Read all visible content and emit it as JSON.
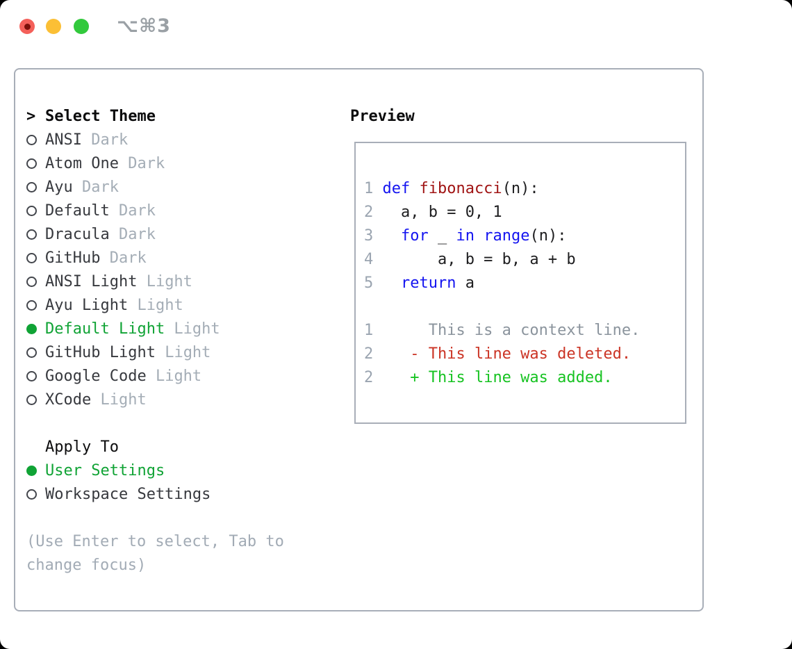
{
  "window": {
    "title": "⌥⌘3",
    "traffic_lights": {
      "close_color": "#f4605a",
      "close_inner_color": "#7c100a",
      "minimize_color": "#fbbf35",
      "zoom_color": "#32c93c"
    },
    "title_color": "#9aa0a5"
  },
  "theme_picker": {
    "header": {
      "cursor": ">",
      "label": "Select Theme"
    },
    "items": [
      {
        "name": "ANSI",
        "variant": "Dark",
        "selected": false
      },
      {
        "name": "Atom One",
        "variant": "Dark",
        "selected": false
      },
      {
        "name": "Ayu",
        "variant": "Dark",
        "selected": false
      },
      {
        "name": "Default",
        "variant": "Dark",
        "selected": false
      },
      {
        "name": "Dracula",
        "variant": "Dark",
        "selected": false
      },
      {
        "name": "GitHub",
        "variant": "Dark",
        "selected": false
      },
      {
        "name": "ANSI Light",
        "variant": "Light",
        "selected": false
      },
      {
        "name": "Ayu Light",
        "variant": "Light",
        "selected": false
      },
      {
        "name": "Default Light",
        "variant": "Light",
        "selected": true
      },
      {
        "name": "GitHub Light",
        "variant": "Light",
        "selected": false
      },
      {
        "name": "Google Code",
        "variant": "Light",
        "selected": false
      },
      {
        "name": "XCode",
        "variant": "Light",
        "selected": false
      }
    ],
    "apply_to": {
      "label": "Apply To",
      "options": [
        {
          "label": "User Settings",
          "selected": true
        },
        {
          "label": "Workspace Settings",
          "selected": false
        }
      ]
    },
    "hint_lines": [
      "(Use Enter to select, Tab to",
      "change focus)"
    ]
  },
  "preview": {
    "title": "Preview",
    "lines": [
      {
        "num": "1",
        "tokens": [
          {
            "t": "def ",
            "c": "keyword"
          },
          {
            "t": "fibonacci",
            "c": "function"
          },
          {
            "t": "(n):",
            "c": "plain"
          }
        ]
      },
      {
        "num": "2",
        "tokens": [
          {
            "t": "  a, b = 0, 1",
            "c": "plain"
          }
        ]
      },
      {
        "num": "3",
        "tokens": [
          {
            "t": "  ",
            "c": "plain"
          },
          {
            "t": "for",
            "c": "keyword"
          },
          {
            "t": " _ ",
            "c": "plain"
          },
          {
            "t": "in",
            "c": "keyword"
          },
          {
            "t": " ",
            "c": "plain"
          },
          {
            "t": "range",
            "c": "keyword"
          },
          {
            "t": "(n):",
            "c": "plain"
          }
        ]
      },
      {
        "num": "4",
        "tokens": [
          {
            "t": "      a, b = b, a + b",
            "c": "plain"
          }
        ]
      },
      {
        "num": "5",
        "tokens": [
          {
            "t": "  ",
            "c": "plain"
          },
          {
            "t": "return",
            "c": "keyword"
          },
          {
            "t": " a",
            "c": "plain"
          }
        ]
      },
      {
        "num": "",
        "tokens": []
      },
      {
        "num": "1",
        "tokens": [
          {
            "t": "     This is a context line.",
            "c": "context"
          }
        ]
      },
      {
        "num": "2",
        "tokens": [
          {
            "t": "   ",
            "c": "plain"
          },
          {
            "t": "- This line was deleted.",
            "c": "deleted"
          }
        ]
      },
      {
        "num": "2",
        "tokens": [
          {
            "t": "   ",
            "c": "plain"
          },
          {
            "t": "+ This line was added.",
            "c": "added"
          }
        ]
      }
    ]
  },
  "colors": {
    "header_text": "#0c0c0d",
    "item_name": "#37393e",
    "item_variant": "#a4adb6",
    "selected_green": "#10a335",
    "circle_outline": "#43464c",
    "hint_text": "#a2abb5",
    "panel_border": "#a8aeb8",
    "line_number": "#9aa4b0",
    "plain": "#1d1d1f",
    "keyword": "#1414f0",
    "function": "#a01414",
    "context": "#8b949d",
    "deleted": "#cb3425",
    "added": "#17c322"
  }
}
